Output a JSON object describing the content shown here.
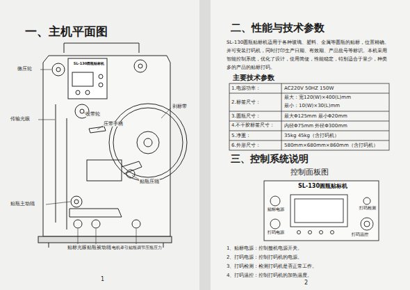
{
  "diagram": {
    "nodes": [
      {
        "text": [
          "SL-130圆瓶贴标机"
        ]
      },
      {
        "text": [
          "SL-130圆瓶贴标机"
        ]
      }
    ],
    "edges": [],
    "labels": [
      "一、主机平面图",
      "微压轮",
      "传输光眼",
      "收带轮",
      "压带手柄",
      "剥标带",
      "贴瓶压辊",
      "贴瓶主动辊",
      "贴标光眼",
      "贴瓶被动辊",
      "电机牵引贴瓶调节压瓶压力",
      "1",
      "二、性能与技术参数",
      "SL-130圆瓶贴标机适用于各种玻璃、塑料、金属等圆瓶的贴标，位置精确。并可安装打码机，同时打印生产日期、有效期、产品批号等标识。本机采用智能控制系统，优化了设计，使用简便，性能稳定，特别适合于量少，种类多的产品的贴标打码。",
      "主要技术参数",
      "1.电源功率：",
      "AC220V 50HZ 150W",
      "2.标签尺寸：",
      "最大：宽120(W)×400(L)mm",
      "最小：10(W)×30(L)mm",
      "3.圆瓶尺寸：",
      "最大Φ125mm 最小Φ20mm",
      "4.不干胶标签尺寸：",
      "内径Φ75mm 外径Φ300mm",
      "5.净重：",
      "35kg 45kg（含打码机）",
      "6.外形尺寸：",
      "580mm×680mm×860mm（含打码机）",
      "三、控制系统说明",
      "控制面板图",
      "贴标电源",
      "打码电源",
      "打码检测",
      "打码温控",
      "1、贴标电源：控制整机电源开关。",
      "2、打码电源：控制打码机的电源。",
      "3、打码检测：检测打码机是否正常工作。",
      "4、打码温控：控制打码机的加热温度。",
      "2"
    ]
  }
}
